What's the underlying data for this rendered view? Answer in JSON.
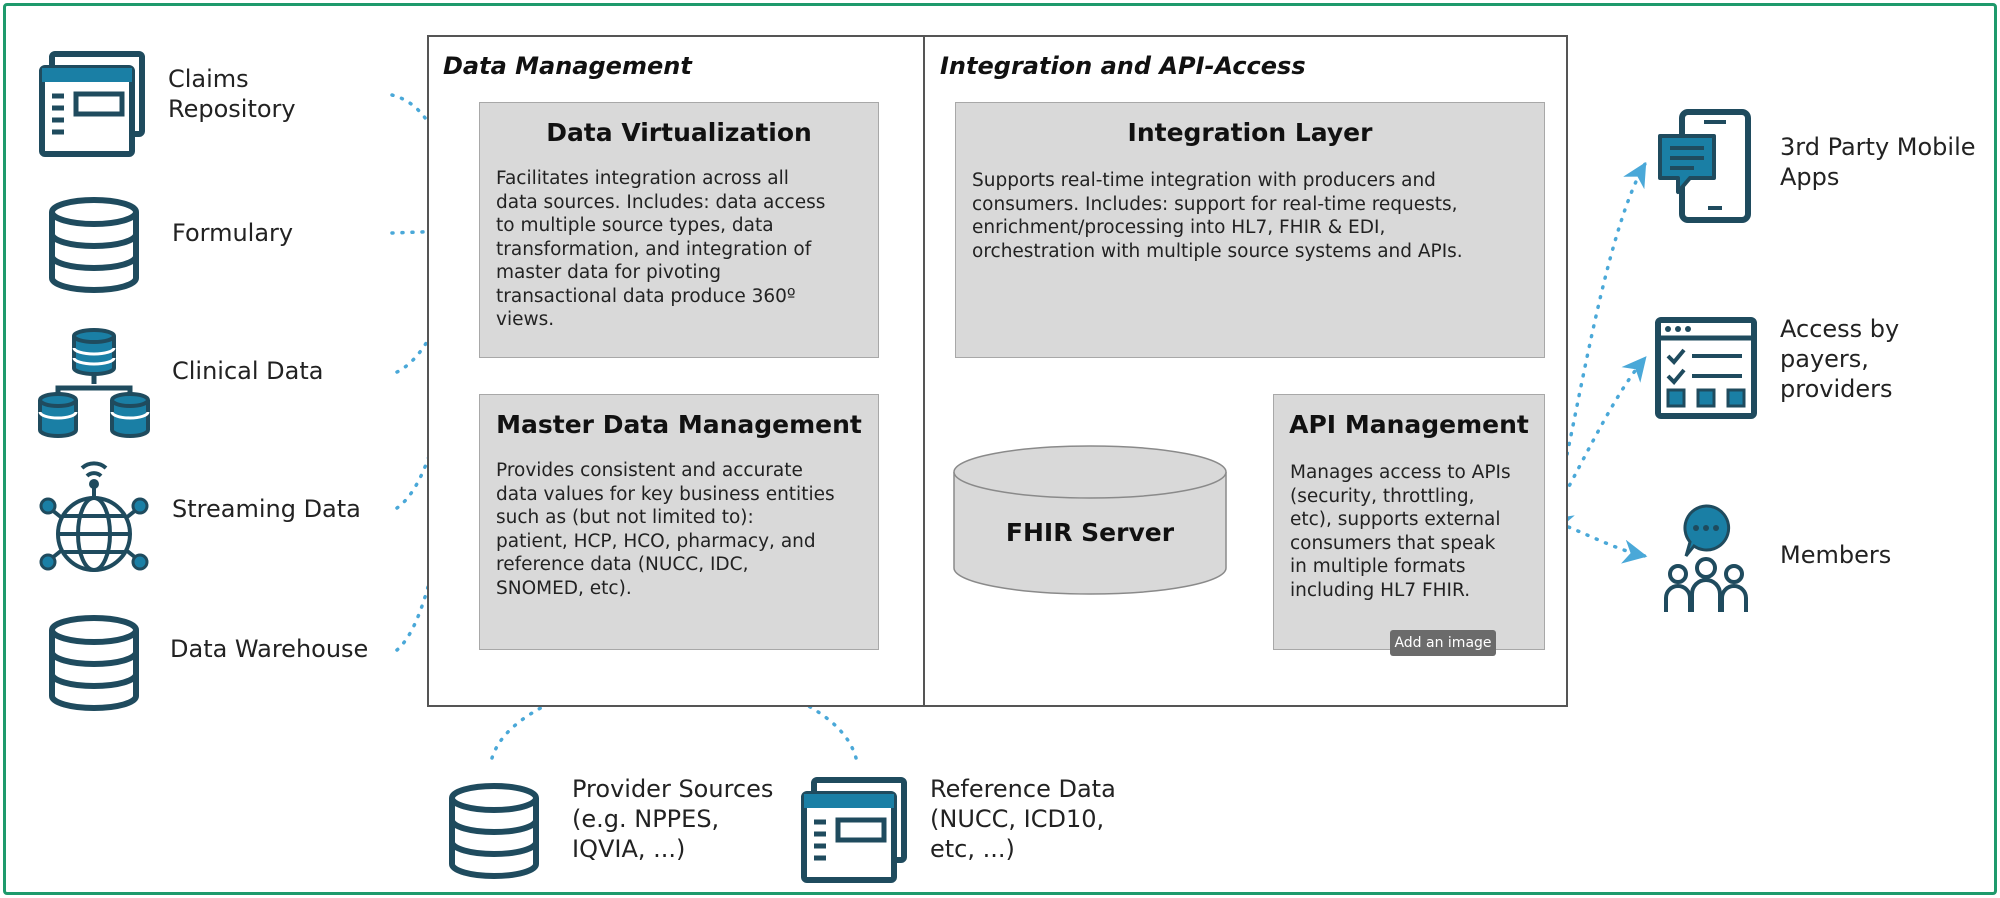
{
  "sections": {
    "data_management": "Data Management",
    "integration_api": "Integration and API-Access"
  },
  "boxes": {
    "data_virtualization": {
      "title": "Data Virtualization",
      "lines": [
        "Facilitates integration across all",
        "data sources. Includes: data access",
        "to multiple source types, data",
        "transformation, and integration of",
        "master data for pivoting",
        "transactional data produce 360º",
        "views."
      ]
    },
    "master_data": {
      "title": "Master Data Management",
      "lines": [
        "Provides consistent and accurate",
        "data values for key business entities",
        "such as (but not limited to):",
        "patient, HCP, HCO, pharmacy, and",
        "reference data (NUCC, IDC,",
        "SNOMED, etc)."
      ]
    },
    "integration_layer": {
      "title": "Integration Layer",
      "lines": [
        "Supports real-time integration with producers and",
        "consumers. Includes: support for real-time requests,",
        "enrichment/processing into HL7, FHIR & EDI,",
        "orchestration with multiple source systems and APIs."
      ]
    },
    "api_management": {
      "title": "API Management",
      "lines": [
        "Manages access to APIs",
        "(security, throttling,",
        "etc), supports external",
        "consumers that speak",
        "in multiple formats",
        "including HL7 FHIR."
      ]
    }
  },
  "fhir_server": "FHIR Server",
  "sources": {
    "claims": [
      "Claims",
      "Repository"
    ],
    "formulary": [
      "Formulary"
    ],
    "clinical": [
      "Clinical Data"
    ],
    "streaming": [
      "Streaming Data"
    ],
    "warehouse": [
      "Data Warehouse"
    ]
  },
  "bottom_sources": {
    "provider": [
      "Provider Sources",
      "(e.g. NPPES,",
      "IQVIA, ...)"
    ],
    "reference": [
      "Reference Data",
      "(NUCC, ICD10,",
      "etc, ...)"
    ]
  },
  "consumers": {
    "mobile": [
      "3rd Party Mobile",
      "Apps"
    ],
    "payers": [
      "Access by",
      "payers,",
      "providers"
    ],
    "members": [
      "Members"
    ]
  },
  "tooltip": "Add an image",
  "colors": {
    "frame": "#1e9a6c",
    "icon_dark": "#1f4b5e",
    "icon_accent": "#1a7fa5",
    "dotted": "#4aa8d8",
    "box_fill": "#d9d9d9"
  }
}
